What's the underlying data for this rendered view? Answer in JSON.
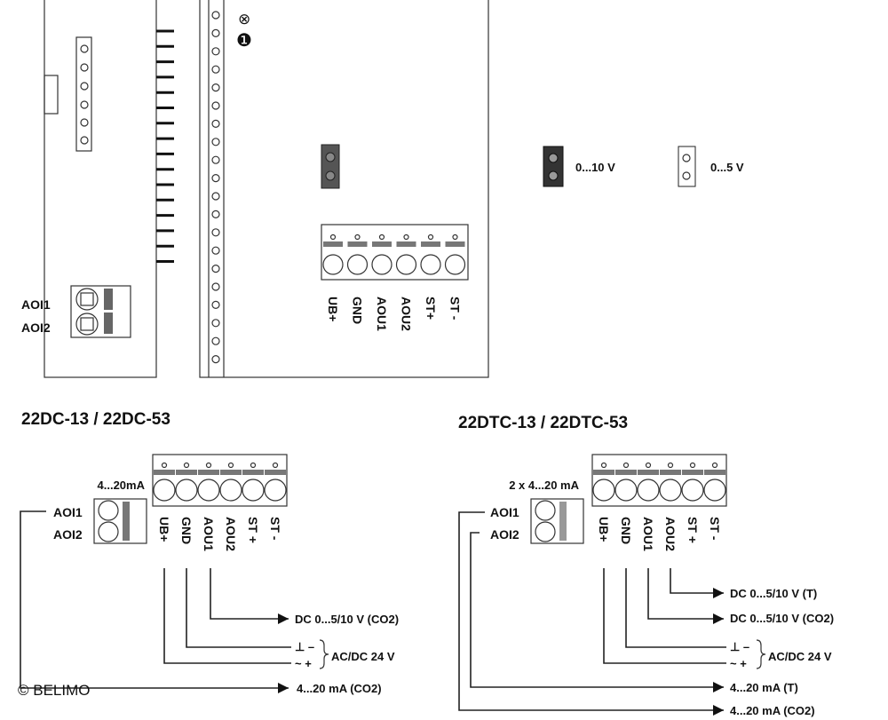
{
  "top": {
    "module_labels": {
      "aoi1": "AOI1",
      "aoi2": "AOI2"
    },
    "terminal_labels": [
      "UB+",
      "GND",
      "AOU1",
      "AOU2",
      "ST+",
      "ST -"
    ],
    "symbols": {
      "lamp": "⊗",
      "marker": "❶"
    },
    "jumper_legend": [
      {
        "state": "closed",
        "label": "0...10 V"
      },
      {
        "state": "open",
        "label": "0...5 V"
      }
    ]
  },
  "left_variant": {
    "title": "22DC-13 / 22DC-53",
    "module_caption": "4...20mA",
    "aoi_labels": [
      "AOI1",
      "AOI2"
    ],
    "terminal_labels": [
      "UB+",
      "GND",
      "AOU1",
      "AOU2",
      "ST +",
      "ST -"
    ],
    "outputs": {
      "aou1": "DC 0...5/10 V (CO2)",
      "gnd_sym": "⊥ –",
      "ub_sym": "~ +",
      "supply": "AC/DC 24 V",
      "aoi1": "4...20 mA (CO2)"
    }
  },
  "right_variant": {
    "title": "22DTC-13 / 22DTC-53",
    "module_caption": "2 x 4...20 mA",
    "aoi_labels": [
      "AOI1",
      "AOI2"
    ],
    "terminal_labels": [
      "UB+",
      "GND",
      "AOU1",
      "AOU2",
      "ST +",
      "ST -"
    ],
    "outputs": {
      "aou2": "DC 0...5/10 V (T)",
      "aou1": "DC 0...5/10 V (CO2)",
      "gnd_sym": "⊥ –",
      "ub_sym": "~ +",
      "supply": "AC/DC 24 V",
      "aoi2": "4...20 mA (T)",
      "aoi1": "4...20 mA (CO2)"
    }
  },
  "copyright": "© BELIMO"
}
